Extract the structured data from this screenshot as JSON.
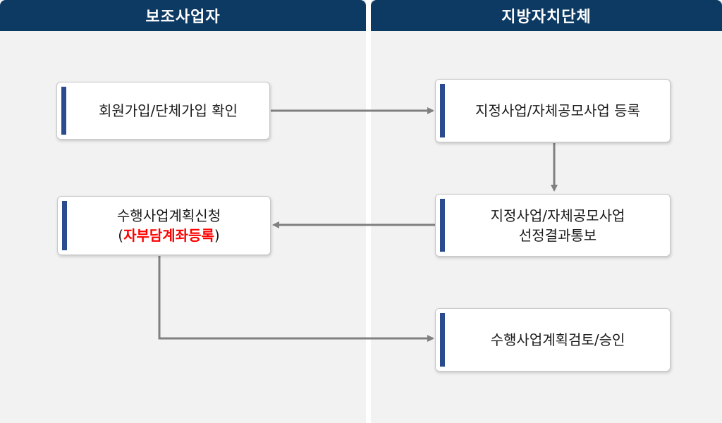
{
  "lanes": {
    "left_title": "보조사업자",
    "right_title": "지방자치단체"
  },
  "boxes": {
    "signup": "회원가입/단체가입 확인",
    "register": "지정사업/자체공모사업 등록",
    "notify_line1": "지정사업/자체공모사업",
    "notify_line2": "선정결과통보",
    "plan_line1": "수행사업계획신청",
    "plan_open": "(",
    "plan_highlight": "자부담계좌등록",
    "plan_close": ")",
    "review": "수행사업계획검토/승인"
  },
  "colors": {
    "header": "#0d3a63",
    "accent_bar": "#2a4b8d",
    "highlight": "#ff0000",
    "arrow": "#808080",
    "lane_bg": "#f2f2f2"
  }
}
